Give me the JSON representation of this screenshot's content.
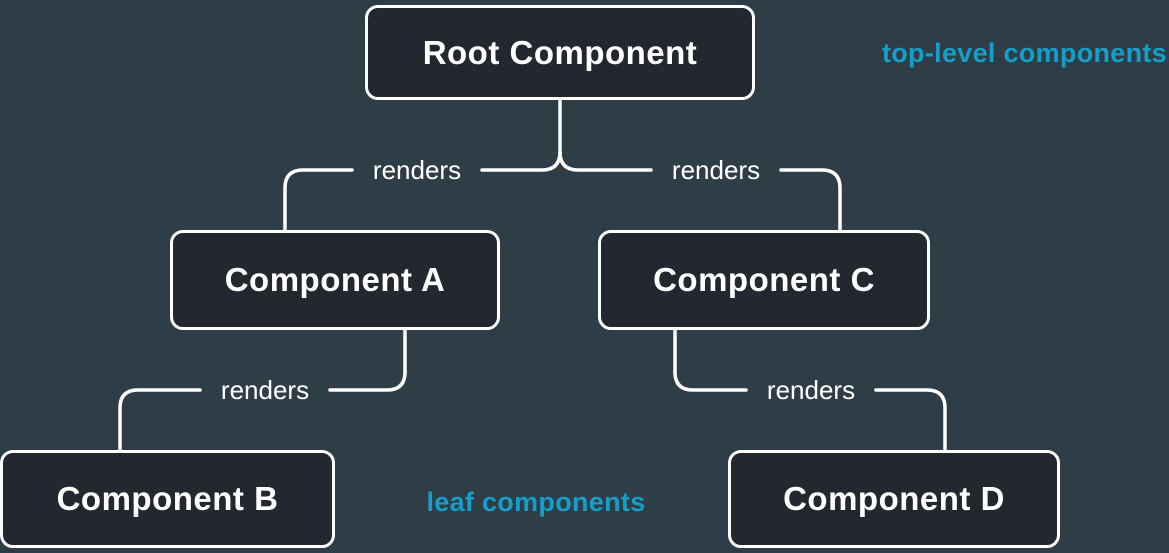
{
  "diagram": {
    "nodes": {
      "root": {
        "label": "Root Component"
      },
      "a": {
        "label": "Component A"
      },
      "b": {
        "label": "Component B"
      },
      "c": {
        "label": "Component C"
      },
      "d": {
        "label": "Component D"
      }
    },
    "edges": [
      {
        "from": "Root Component",
        "to": "Component A",
        "label": "renders"
      },
      {
        "from": "Root Component",
        "to": "Component C",
        "label": "renders"
      },
      {
        "from": "Component A",
        "to": "Component B",
        "label": "renders"
      },
      {
        "from": "Component C",
        "to": "Component D",
        "label": "renders"
      }
    ],
    "annotations": {
      "top": "top-level components",
      "bottom": "leaf components"
    },
    "colors": {
      "accent": "#149ECA",
      "node_fill": "#23272F",
      "node_border": "#FFFFFF",
      "line": "#FFFFFF",
      "text": "#FFFFFF",
      "background": "#2F3E46"
    }
  }
}
